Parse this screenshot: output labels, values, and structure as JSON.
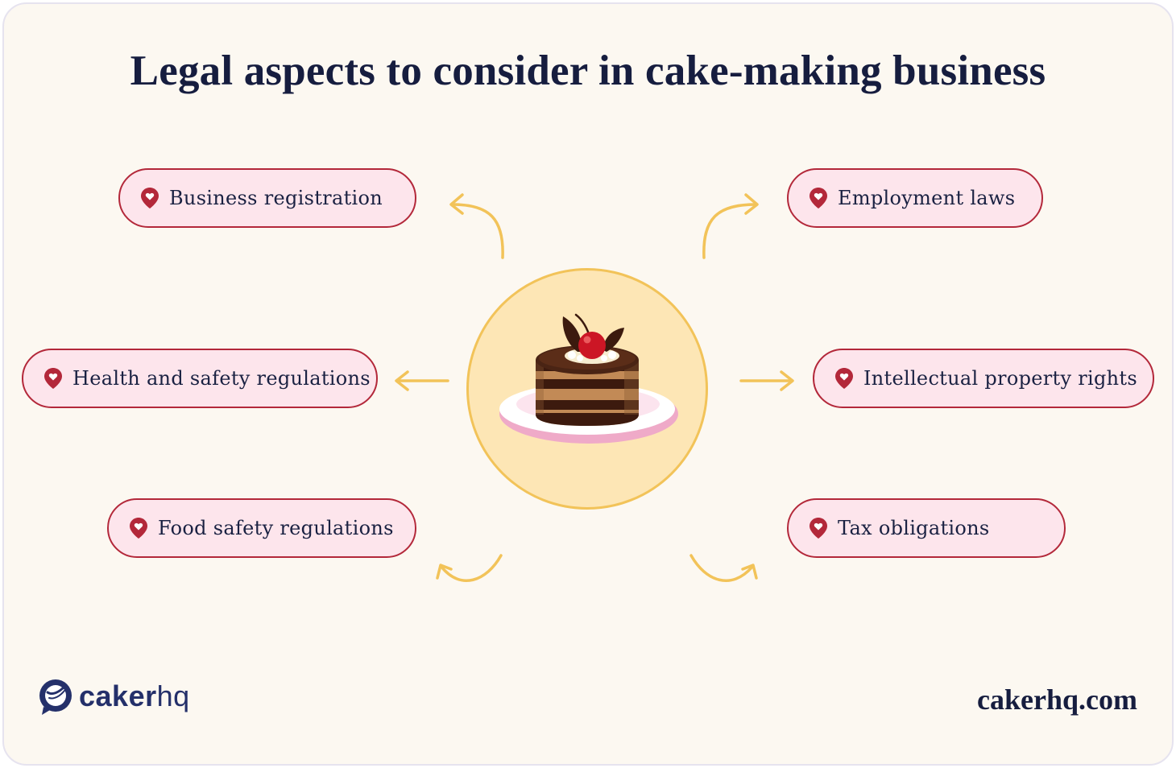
{
  "title": "Legal aspects to consider in cake-making business",
  "aspects": [
    {
      "label": "Business registration"
    },
    {
      "label": "Health and safety regulations"
    },
    {
      "label": "Food safety regulations"
    },
    {
      "label": "Employment laws"
    },
    {
      "label": "Intellectual property rights"
    },
    {
      "label": "Tax obligations"
    }
  ],
  "brand": {
    "logo_bold": "caker",
    "logo_light": "hq",
    "website": "cakerhq.com"
  },
  "colors": {
    "background": "#fcf8f1",
    "pill_fill": "#fde5ec",
    "pill_border": "#b3283a",
    "arrow": "#f2c359",
    "circle_fill": "#fde6b5",
    "title": "#161d3f",
    "brand_navy": "#24306a"
  },
  "icons": {
    "pill": "map-pin-heart-icon",
    "center": "cake-icon",
    "logo": "whisk-chat-icon"
  }
}
